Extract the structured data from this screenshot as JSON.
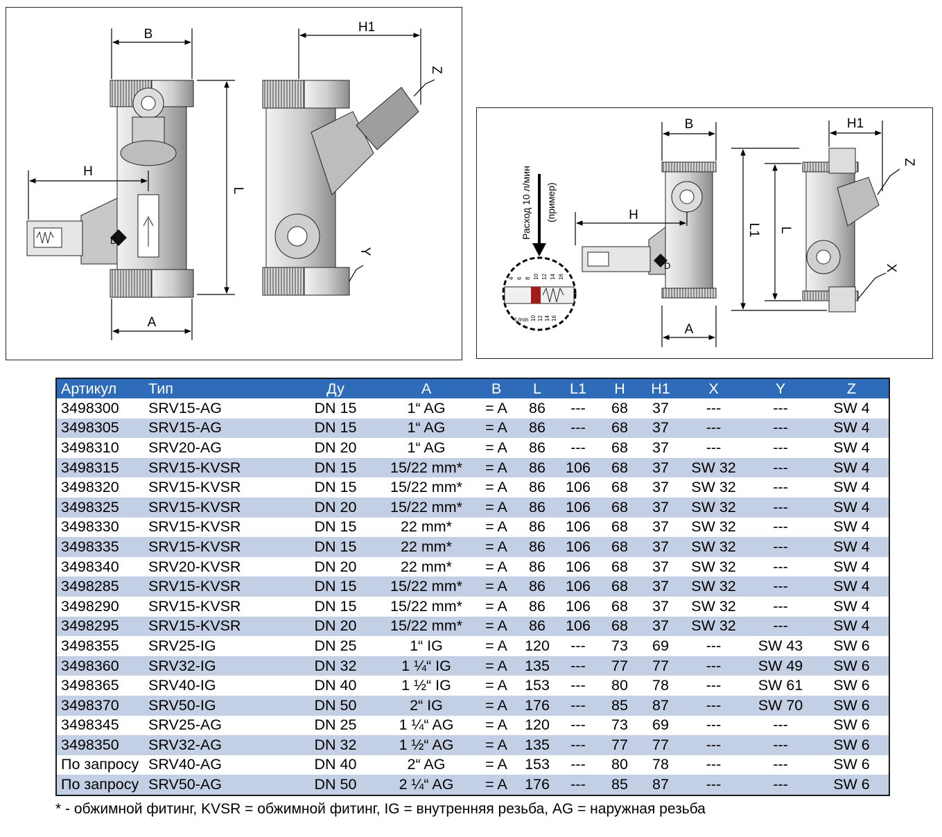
{
  "drawing_left": {
    "labels": {
      "b": "B",
      "h1": "H1",
      "z": "Z",
      "h": "H",
      "l": "L",
      "y": "Y",
      "a": "A",
      "flow_mark": "D"
    }
  },
  "drawing_right": {
    "labels": {
      "b": "B",
      "h1": "H1",
      "z": "Z",
      "h": "H",
      "l": "L",
      "l1": "L1",
      "x": "X",
      "a": "A",
      "flow_mark": "D"
    },
    "flow_text_1": "Расход 10 л/мин",
    "flow_text_2": "(пример)",
    "gauge_unit": "L/min",
    "gauge_ticks_top": [
      "4",
      "6",
      "8",
      "10",
      "12",
      "14",
      "16"
    ],
    "gauge_ticks_bottom": [
      "10",
      "12",
      "14",
      "16"
    ]
  },
  "table": {
    "columns": [
      "Артикул",
      "Тип",
      "Ду",
      "A",
      "B",
      "L",
      "L1",
      "H",
      "H1",
      "X",
      "Y",
      "Z"
    ],
    "rows": [
      [
        "3498300",
        "SRV15-AG",
        "DN 15",
        "1“ AG",
        "= A",
        "86",
        "---",
        "68",
        "37",
        "---",
        "---",
        "SW 4"
      ],
      [
        "3498305",
        "SRV15-AG",
        "DN 15",
        "1“ AG",
        "= A",
        "86",
        "---",
        "68",
        "37",
        "---",
        "---",
        "SW 4"
      ],
      [
        "3498310",
        "SRV20-AG",
        "DN 20",
        "1“ AG",
        "= A",
        "86",
        "---",
        "68",
        "37",
        "---",
        "---",
        "SW 4"
      ],
      [
        "3498315",
        "SRV15-KVSR",
        "DN 15",
        "15/22 mm*",
        "= A",
        "86",
        "106",
        "68",
        "37",
        "SW 32",
        "---",
        "SW 4"
      ],
      [
        "3498320",
        "SRV15-KVSR",
        "DN 15",
        "15/22 mm*",
        "= A",
        "86",
        "106",
        "68",
        "37",
        "SW 32",
        "---",
        "SW 4"
      ],
      [
        "3498325",
        "SRV15-KVSR",
        "DN 20",
        "15/22 mm*",
        "= A",
        "86",
        "106",
        "68",
        "37",
        "SW 32",
        "---",
        "SW 4"
      ],
      [
        "3498330",
        "SRV15-KVSR",
        "DN 15",
        "22 mm*",
        "= A",
        "86",
        "106",
        "68",
        "37",
        "SW 32",
        "---",
        "SW 4"
      ],
      [
        "3498335",
        "SRV15-KVSR",
        "DN 15",
        "22 mm*",
        "= A",
        "86",
        "106",
        "68",
        "37",
        "SW 32",
        "---",
        "SW 4"
      ],
      [
        "3498340",
        "SRV20-KVSR",
        "DN 20",
        "22 mm*",
        "= A",
        "86",
        "106",
        "68",
        "37",
        "SW 32",
        "---",
        "SW 4"
      ],
      [
        "3498285",
        "SRV15-KVSR",
        "DN 15",
        "15/22 mm*",
        "= A",
        "86",
        "106",
        "68",
        "37",
        "SW 32",
        "---",
        "SW 4"
      ],
      [
        "3498290",
        "SRV15-KVSR",
        "DN 15",
        "15/22 mm*",
        "= A",
        "86",
        "106",
        "68",
        "37",
        "SW 32",
        "---",
        "SW 4"
      ],
      [
        "3498295",
        "SRV15-KVSR",
        "DN 20",
        "15/22 mm*",
        "= A",
        "86",
        "106",
        "68",
        "37",
        "SW 32",
        "---",
        "SW 4"
      ],
      [
        "3498355",
        "SRV25-IG",
        "DN 25",
        "1“ IG",
        "= A",
        "120",
        "---",
        "73",
        "69",
        "---",
        "SW 43",
        "SW 6"
      ],
      [
        "3498360",
        "SRV32-IG",
        "DN 32",
        "1 ¼“ IG",
        "= A",
        "135",
        "---",
        "77",
        "77",
        "---",
        "SW 49",
        "SW 6"
      ],
      [
        "3498365",
        "SRV40-IG",
        "DN 40",
        "1 ½“ IG",
        "= A",
        "153",
        "---",
        "80",
        "78",
        "---",
        "SW 61",
        "SW 6"
      ],
      [
        "3498370",
        "SRV50-IG",
        "DN 50",
        "2“ IG",
        "= A",
        "176",
        "---",
        "85",
        "87",
        "---",
        "SW 70",
        "SW 6"
      ],
      [
        "3498345",
        "SRV25-AG",
        "DN 25",
        "1 ¼“ AG",
        "= A",
        "120",
        "---",
        "73",
        "69",
        "---",
        "---",
        "SW 6"
      ],
      [
        "3498350",
        "SRV32-AG",
        "DN 32",
        "1 ½“ AG",
        "= A",
        "135",
        "---",
        "77",
        "77",
        "---",
        "---",
        "SW 6"
      ],
      [
        "По запросу",
        "SRV40-AG",
        "DN 40",
        "2“ AG",
        "= A",
        "153",
        "---",
        "80",
        "78",
        "---",
        "---",
        "SW 6"
      ],
      [
        "По запросу",
        "SRV50-AG",
        "DN 50",
        "2 ¼“ AG",
        "= A",
        "176",
        "---",
        "85",
        "87",
        "---",
        "---",
        "SW 6"
      ]
    ]
  },
  "footnote": "* - обжимной фитинг, KVSR = обжимной фитинг, IG = внутренняя резьба, AG = наружная резьба",
  "colors": {
    "header_bg": "#2e6bb8",
    "stripe": "#c3cfe4",
    "marker_red": "#a01c1c"
  }
}
